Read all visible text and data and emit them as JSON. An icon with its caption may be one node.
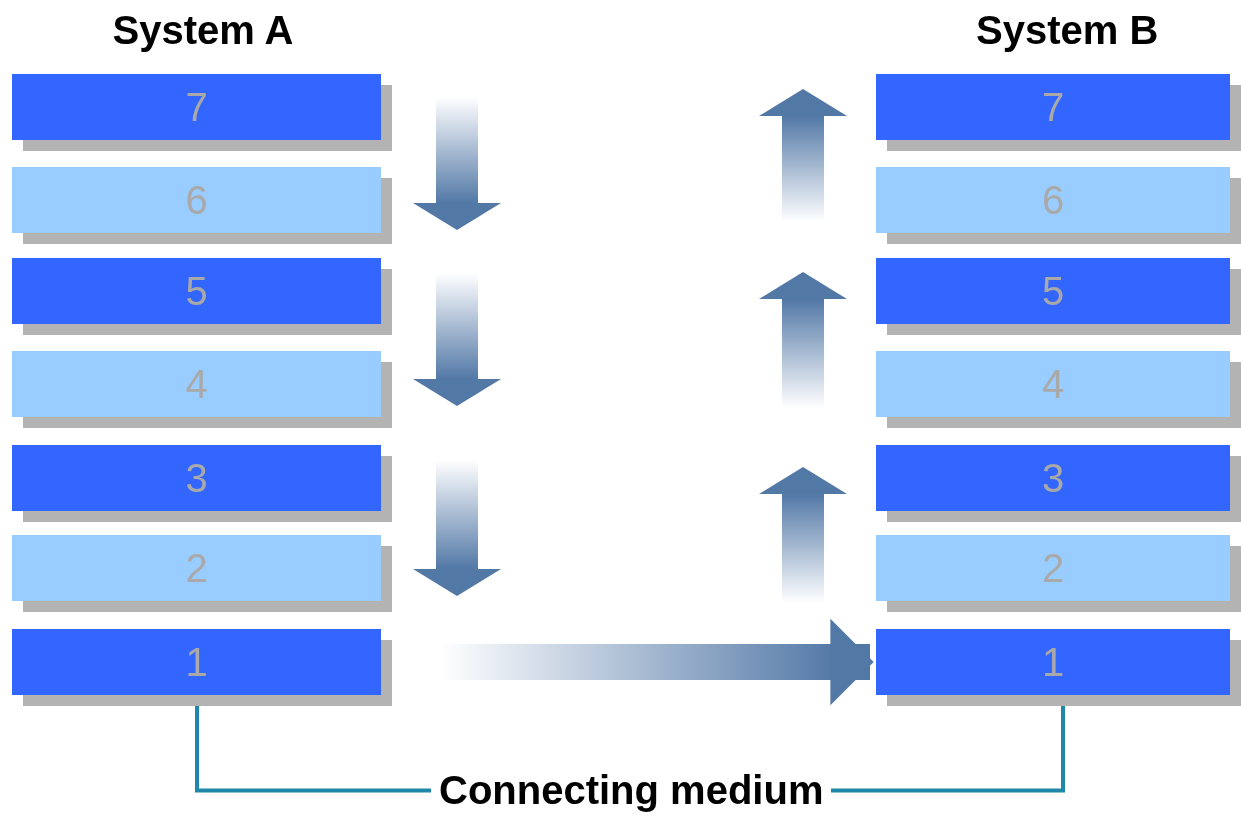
{
  "diagram": {
    "nodes": [
      {
        "text": [
          "7"
        ]
      },
      {
        "text": [
          "6"
        ]
      },
      {
        "text": [
          "5"
        ]
      },
      {
        "text": [
          "4"
        ]
      },
      {
        "text": [
          "3"
        ]
      },
      {
        "text": [
          "2"
        ]
      },
      {
        "text": [
          "1"
        ]
      },
      {
        "text": [
          "7"
        ]
      },
      {
        "text": [
          "6"
        ]
      },
      {
        "text": [
          "5"
        ]
      },
      {
        "text": [
          "4"
        ]
      },
      {
        "text": [
          "3"
        ]
      },
      {
        "text": [
          "2"
        ]
      },
      {
        "text": [
          "1"
        ]
      },
      {
        "text": [
          "Connecting medium"
        ]
      }
    ],
    "edges": [
      {
        "from": 6,
        "to": 13,
        "arrow": "to",
        "style": "thick"
      },
      {
        "from": 6,
        "to": 14,
        "arrow": "none"
      },
      {
        "from": 14,
        "to": 13,
        "arrow": "none"
      }
    ],
    "labels": [
      "System A",
      "System B"
    ]
  }
}
